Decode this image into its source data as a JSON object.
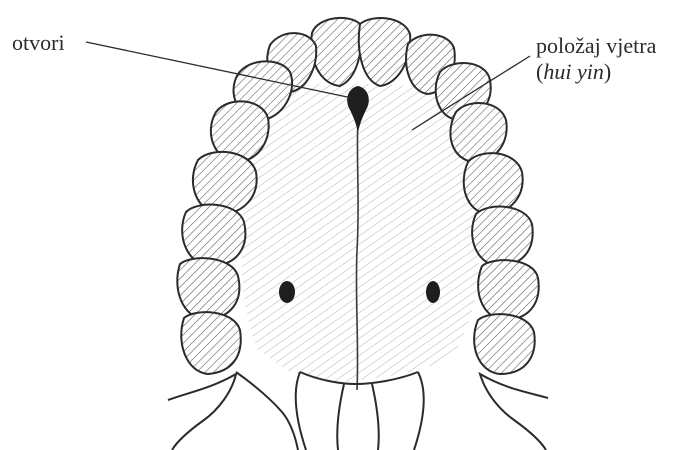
{
  "figure": {
    "subject": "upper palate with teeth (anatomical illustration)",
    "labels": {
      "openings": "otvori",
      "wind_position": "položaj vjetra",
      "paren_open": "(",
      "wind_position_pinyin": "hui yin",
      "paren_close": ")"
    },
    "colors": {
      "ink": "#2b2b2b",
      "hatch": "#6d6d6d",
      "palate_fill": "#eeeeee",
      "background": "#ffffff"
    }
  }
}
